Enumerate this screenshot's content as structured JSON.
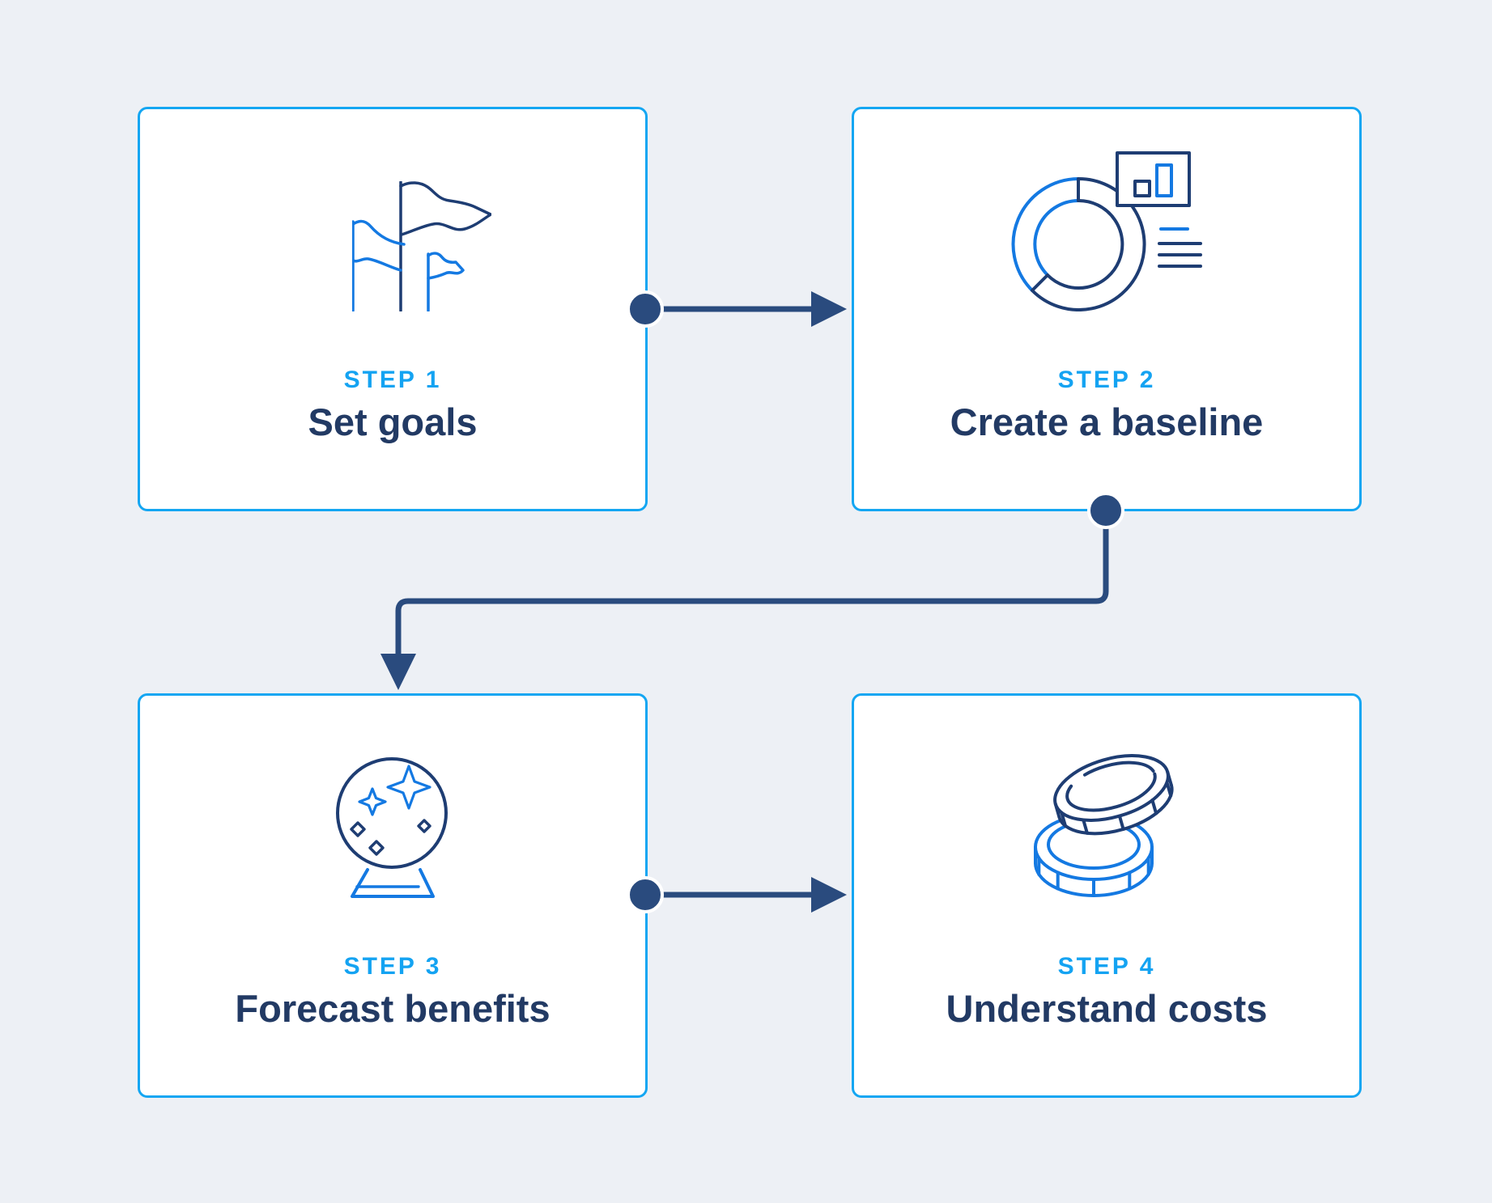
{
  "diagram": {
    "title": "Four step process flow",
    "colors": {
      "background": "#edf0f5",
      "card_border": "#14a6f2",
      "card_background": "#ffffff",
      "step_label": "#14a3f2",
      "title": "#223a64",
      "connector": "#2a4b7e",
      "icon_navy": "#1e3d73",
      "icon_blue": "#1479e2"
    },
    "steps": [
      {
        "id": 1,
        "label": "STEP 1",
        "title": "Set goals",
        "icon": "flags-icon"
      },
      {
        "id": 2,
        "label": "STEP 2",
        "title": "Create a baseline",
        "icon": "donut-chart-icon"
      },
      {
        "id": 3,
        "label": "STEP 3",
        "title": "Forecast benefits",
        "icon": "crystal-ball-icon"
      },
      {
        "id": 4,
        "label": "STEP 4",
        "title": "Understand costs",
        "icon": "coins-icon"
      }
    ],
    "connectors": [
      {
        "from": "STEP 1",
        "to": "STEP 2",
        "shape": "horizontal-arrow-right"
      },
      {
        "from": "STEP 2",
        "to": "STEP 3",
        "shape": "elbow-arrow-down-left-down"
      },
      {
        "from": "STEP 3",
        "to": "STEP 4",
        "shape": "horizontal-arrow-right"
      }
    ]
  }
}
